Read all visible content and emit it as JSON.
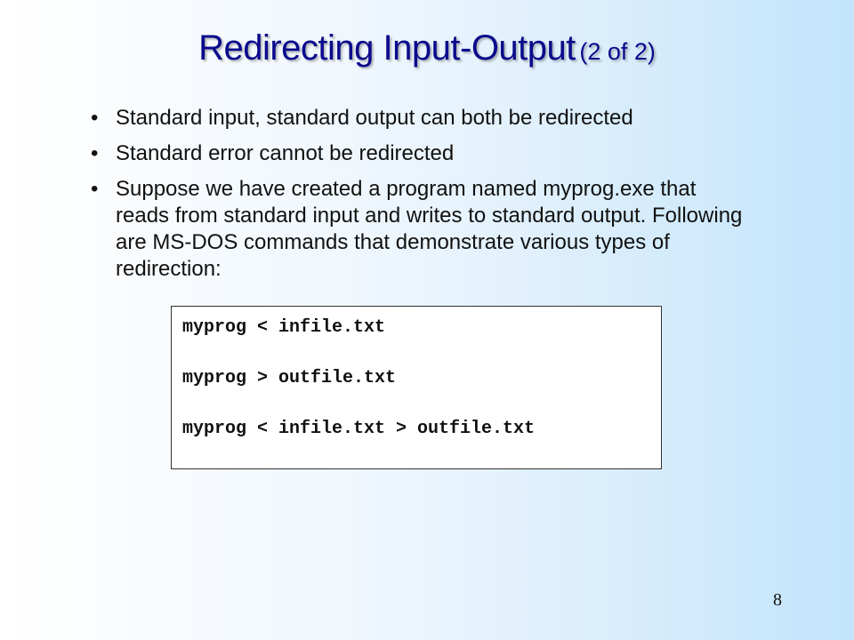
{
  "slide": {
    "title_main": "Redirecting Input-Output",
    "title_sub": "(2 of 2)",
    "bullet_glyph": "•",
    "bullets": [
      "Standard input, standard output can both be redirected",
      "Standard error cannot be redirected",
      "Suppose we have created a program named myprog.exe that reads from standard input and writes to standard output. Following are MS-DOS commands that demonstrate various types of redirection:"
    ],
    "code_lines": [
      "myprog < infile.txt",
      "myprog > outfile.txt",
      "myprog < infile.txt > outfile.txt"
    ],
    "page_number": "8"
  },
  "colors": {
    "title": "#0a0a8c",
    "background_left": "#ffffff",
    "background_right": "#c3e4fb"
  }
}
